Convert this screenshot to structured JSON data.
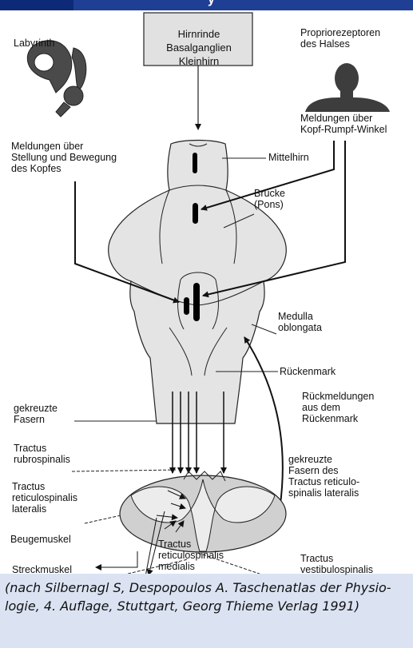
{
  "header": {
    "partial_title": "y"
  },
  "diagram": {
    "brain_box": "Hirnrinde\nBasalganglien\nKleinhirn",
    "labyrinth": "Labyrinth",
    "propriozeptoren": "Propriorezeptoren\ndes Halses",
    "meldungen_kopf": "Meldungen über\nStellung und Bewegung\ndes Kopfes",
    "meldungen_winkel": "Meldungen über\nKopf-Rumpf-Winkel",
    "mittelhirn": "Mittelhirn",
    "bruecke": "Brücke\n(Pons)",
    "medulla": "Medulla\noblongata",
    "rueckenmark": "Rückenmark",
    "gekreuzte_fasern": "gekreuzte\nFasern",
    "rueckmeldungen": "Rückmeldungen\naus dem\nRückenmark",
    "rubrospinalis": "Tractus\nrubrospinalis",
    "gekreuzte_fasern_tractus": "gekreuzte\nFasern des\nTractus reticulo-\nspinalis lateralis",
    "reticulospinalis_lateralis": "Tractus\nreticulospinalis\nlateralis",
    "beugemuskel": "Beugemuskel",
    "streckmuskel": "Streckmuskel",
    "reticulospinalis_medialis": "Tractus\nreticulospinalis\nmedialis",
    "vestibulospinalis": "Tractus\nvestibulospinalis"
  },
  "caption": "(nach Silbernagl S, Despopoulos A. Taschenatlas der Physio-\nlogie, 4. Auflage, Stuttgart, Georg Thieme Verlag 1991)"
}
